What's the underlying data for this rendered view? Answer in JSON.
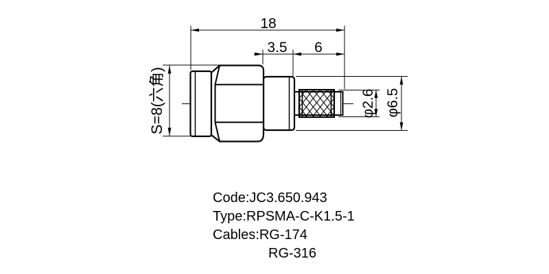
{
  "dimensions": {
    "overall_length": "18",
    "rear_step_length": "3.5",
    "crimp_section_length": "6",
    "hex_size": "S=8(六角)",
    "crimp_tube_diameter": "φ2.6",
    "body_diameter": "φ6.5"
  },
  "part_info": {
    "lines": [
      "Code:JC3.650.943",
      "Type:RPSMA-C-K1.5-1",
      "Cables:RG-174",
      "RG-316"
    ]
  },
  "colors": {
    "ink": "#000000",
    "background": "#ffffff"
  }
}
